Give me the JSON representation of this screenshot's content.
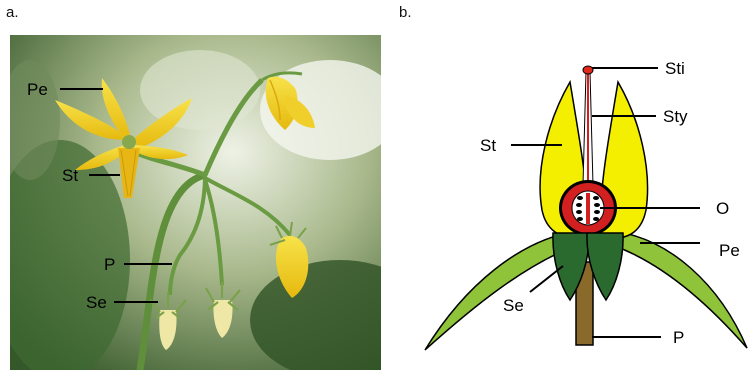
{
  "panels": {
    "a": {
      "tag": "a.",
      "labels": {
        "pe": "Pe",
        "st": "St",
        "p": "P",
        "se": "Se"
      }
    },
    "b": {
      "tag": "b.",
      "labels": {
        "sti": "Sti",
        "sty": "Sty",
        "st": "St",
        "o": "O",
        "pe": "Pe",
        "se": "Se",
        "p": "P"
      }
    }
  },
  "colors": {
    "petal_yellow": "#f4ee00",
    "photo_petal": "#f2d21c",
    "sepal_dark_green": "#2b6a2f",
    "petal_light_green": "#8fc33a",
    "pedicel_brown": "#8a6a2a",
    "ovary_red": "#d21f1f",
    "stigma_red": "#e0281c"
  }
}
